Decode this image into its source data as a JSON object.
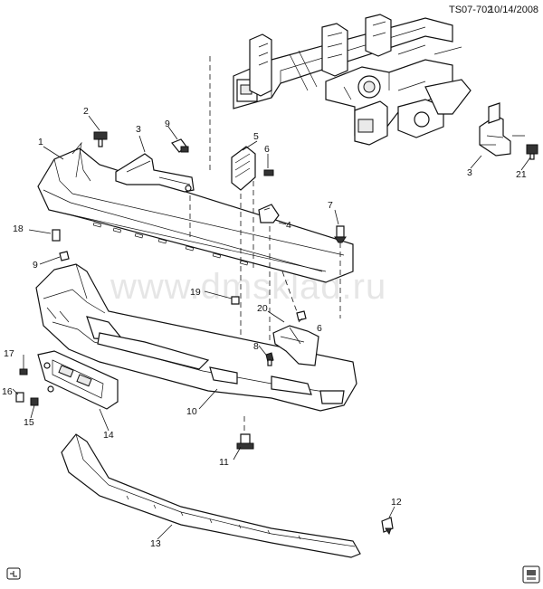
{
  "header": {
    "diagram_id": "TS07-702",
    "date": "10/14/2008"
  },
  "watermark": "www.dmsklad.ru",
  "callouts": [
    {
      "id": "c1",
      "label": "1"
    },
    {
      "id": "c2",
      "label": "2"
    },
    {
      "id": "c3a",
      "label": "3"
    },
    {
      "id": "c3b",
      "label": "3"
    },
    {
      "id": "c4",
      "label": "4"
    },
    {
      "id": "c5",
      "label": "5"
    },
    {
      "id": "c6a",
      "label": "6"
    },
    {
      "id": "c6b",
      "label": "6"
    },
    {
      "id": "c7",
      "label": "7"
    },
    {
      "id": "c8",
      "label": "8"
    },
    {
      "id": "c9a",
      "label": "9"
    },
    {
      "id": "c9b",
      "label": "9"
    },
    {
      "id": "c10",
      "label": "10"
    },
    {
      "id": "c11",
      "label": "11"
    },
    {
      "id": "c12",
      "label": "12"
    },
    {
      "id": "c13",
      "label": "13"
    },
    {
      "id": "c14",
      "label": "14"
    },
    {
      "id": "c15",
      "label": "15"
    },
    {
      "id": "c16",
      "label": "16"
    },
    {
      "id": "c17",
      "label": "17"
    },
    {
      "id": "c18",
      "label": "18"
    },
    {
      "id": "c19",
      "label": "19"
    },
    {
      "id": "c20",
      "label": "20"
    },
    {
      "id": "c21",
      "label": "21"
    }
  ],
  "icons": {
    "corner_left": "diagram-badge-icon",
    "corner_right": "vehicle-thumbnail-icon"
  }
}
